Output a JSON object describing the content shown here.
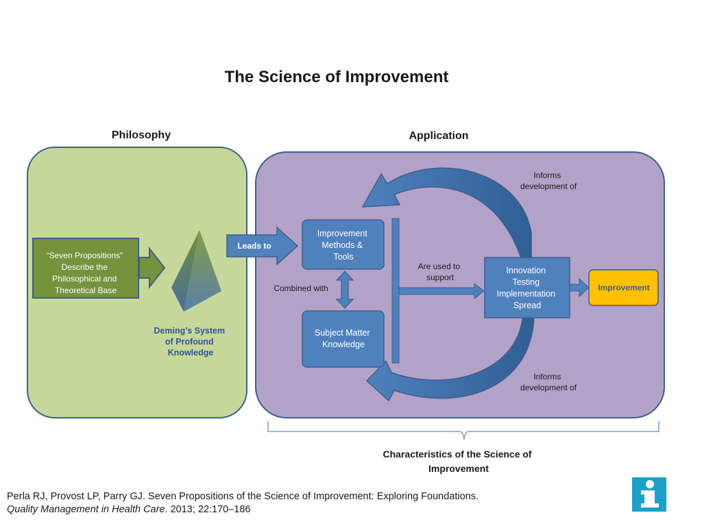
{
  "title": "The Science of Improvement",
  "philosophy": {
    "heading": "Philosophy",
    "propositions_box": [
      "“Seven Propositions”",
      "Describe the",
      "Philosophical and",
      "Theoretical Base"
    ],
    "deming_label": [
      "Deming’s System",
      "of Profound",
      "Knowledge"
    ]
  },
  "leads_to": "Leads to",
  "application": {
    "heading": "Application",
    "methods_box": [
      "Improvement",
      "Methods &",
      "Tools"
    ],
    "combined_with": "Combined with",
    "subject_box": [
      "Subject Matter",
      "Knowledge"
    ],
    "are_used_to": [
      "Are used to",
      "support"
    ],
    "innovation_box": [
      "Innovation",
      "Testing",
      "Implementation",
      "Spread"
    ],
    "improvement": "Improvement",
    "informs_top": [
      "Informs",
      "development of"
    ],
    "informs_bottom": [
      "Informs",
      "development of"
    ]
  },
  "characteristics": [
    "Characteristics of  the Science of",
    "Improvement"
  ],
  "citation": {
    "line1": "Perla RJ, Provost LP, Parry GJ. Seven Propositions of the Science of Improvement: Exploring Foundations.",
    "journal": "Quality Management in Health Care",
    "line2_rest": ". 2013; 22:170–186"
  },
  "colors": {
    "philosophy_panel": "#c6d79a",
    "application_panel": "#b3a2c7",
    "panel_border": "#3d5f8c",
    "blue_box": "#4f81bd",
    "green_box": "#76923c",
    "improvement_box": "#ffc000",
    "deming_text": "#2f5597"
  }
}
